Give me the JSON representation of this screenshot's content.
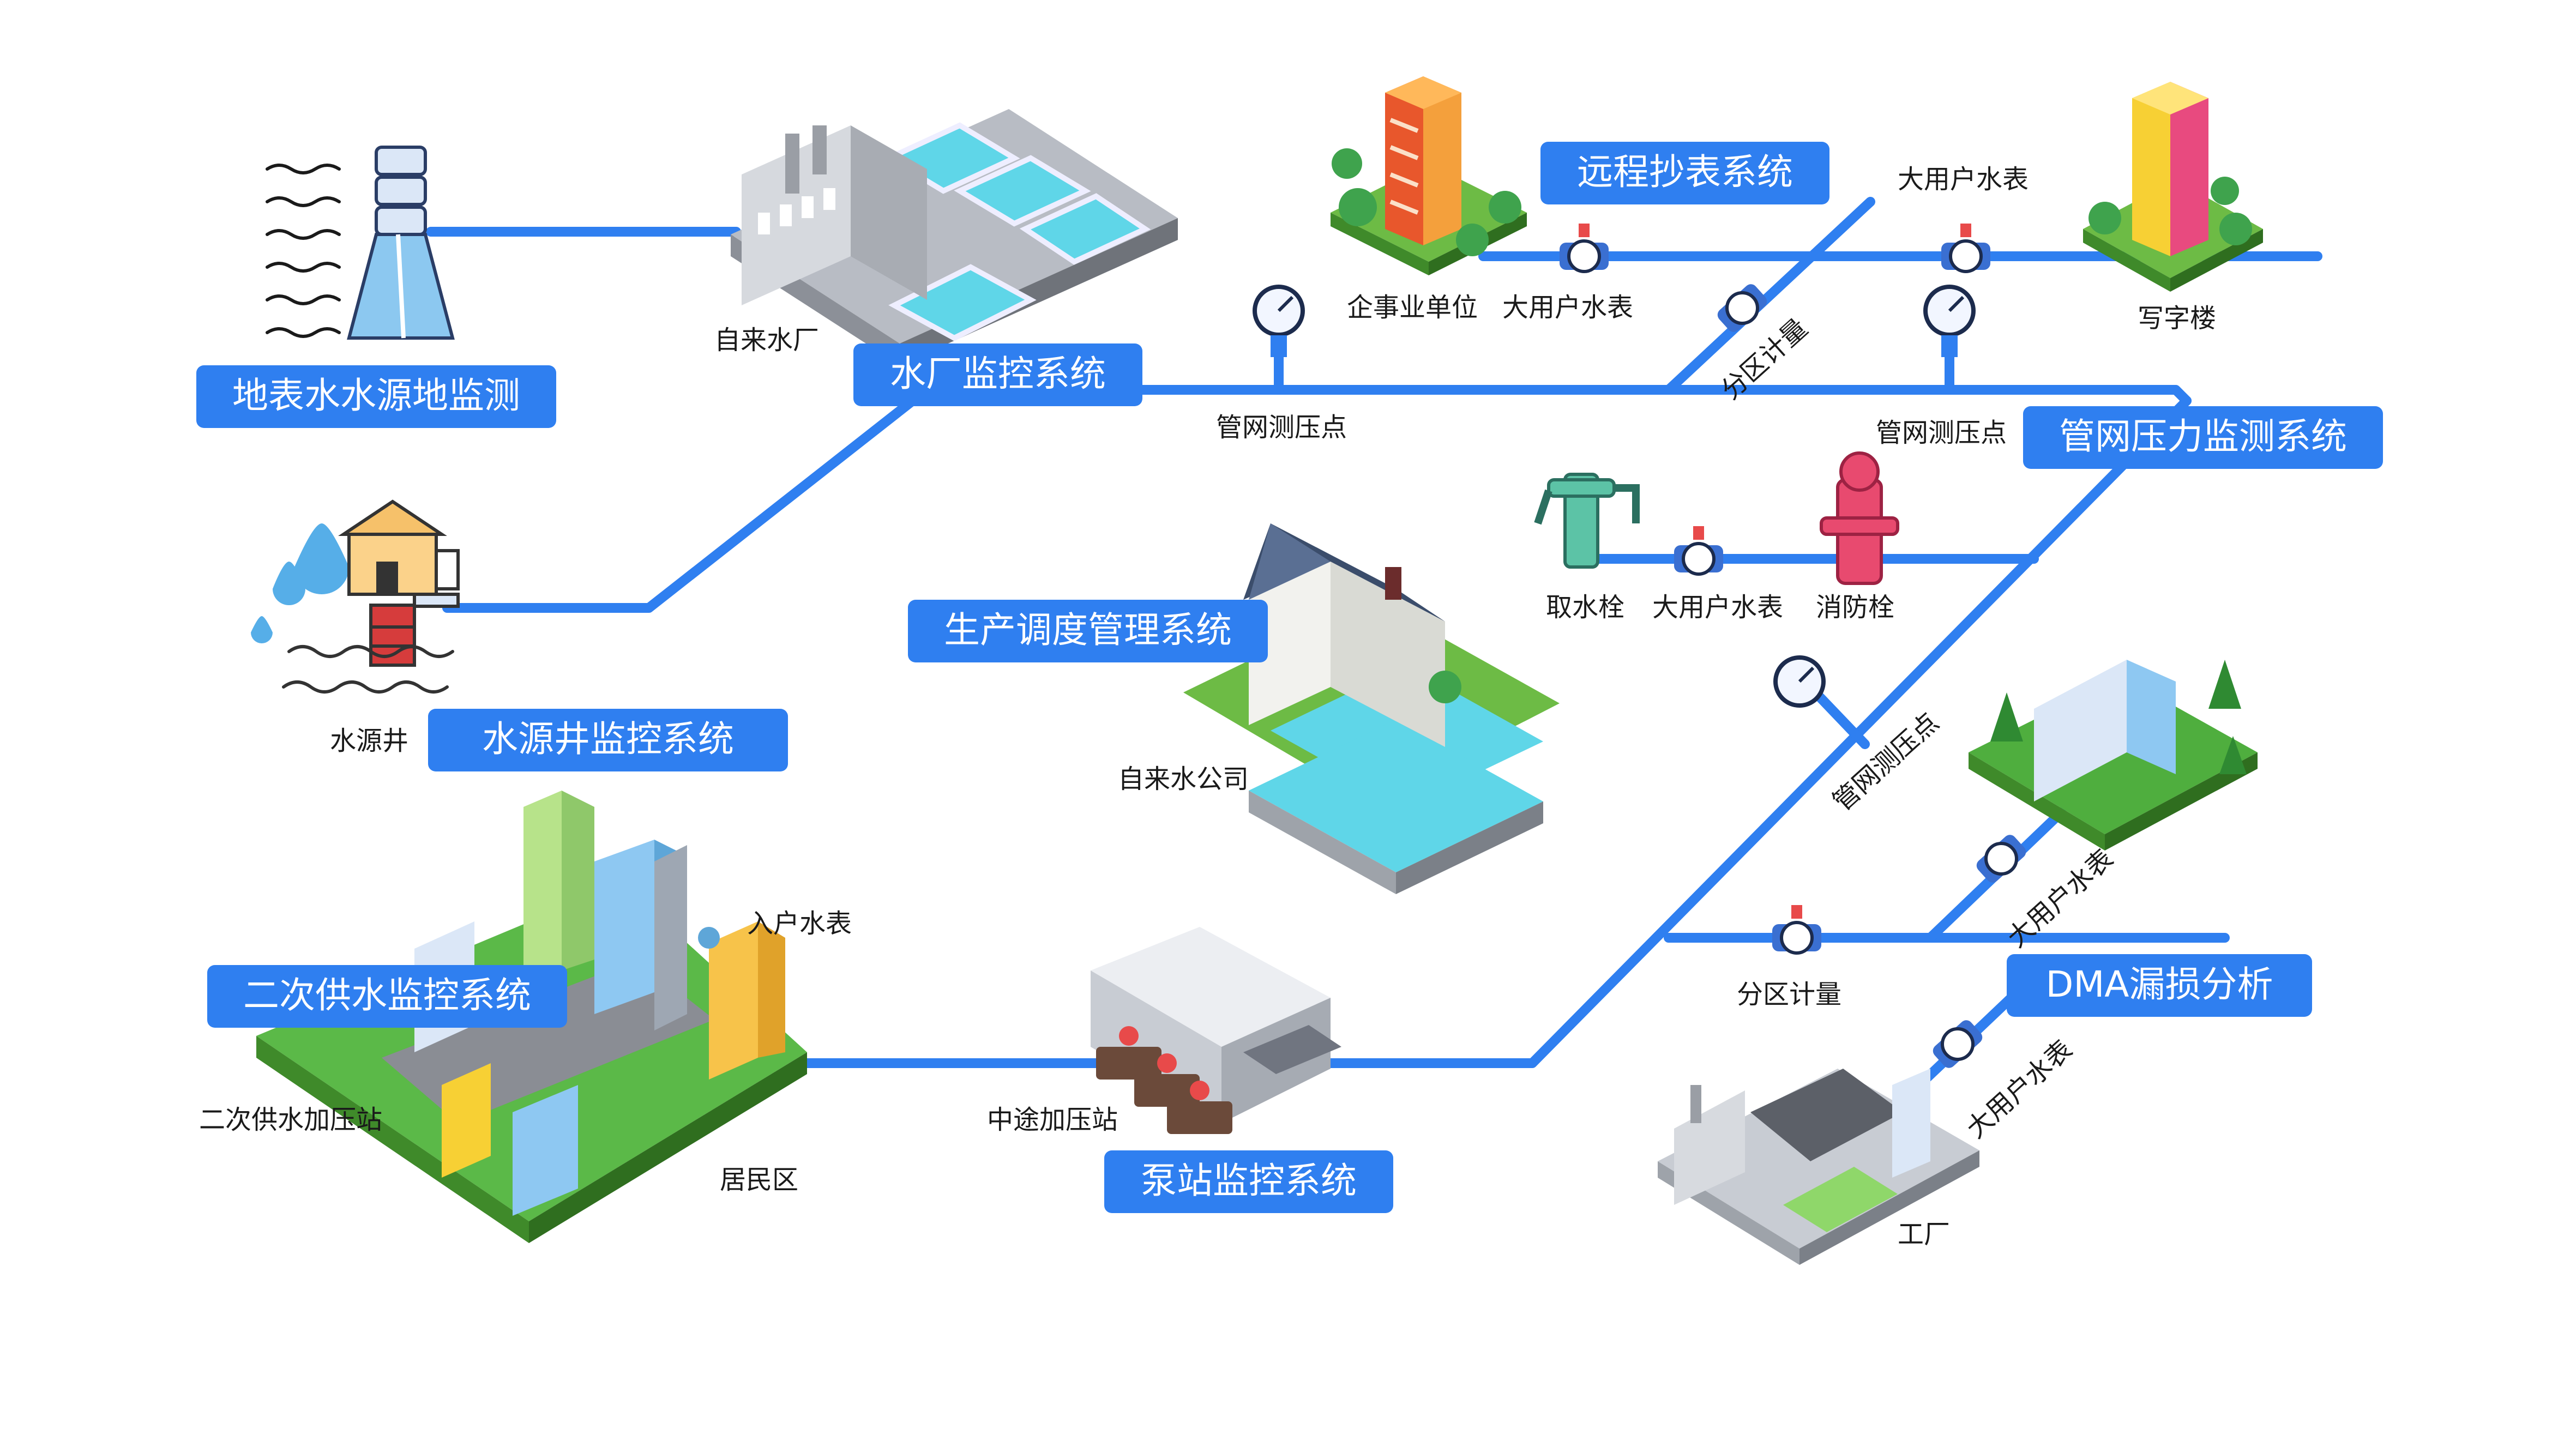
{
  "systems": {
    "surface_water": "地表水水源地监测",
    "well": "水源井监控系统",
    "plant": "水厂监控系统",
    "meter_reading": "远程抄表系统",
    "pressure": "管网压力监测系统",
    "dispatch": "生产调度管理系统",
    "secondary": "二次供水监控系统",
    "pump": "泵站监控系统",
    "dma": "DMA漏损分析"
  },
  "labels": {
    "plant": "自来水厂",
    "well": "水源井",
    "enterprise": "企事业单位",
    "big_meter": "大用户水表",
    "office": "写字楼",
    "pressure_point": "管网测压点",
    "zone_meter": "分区计量",
    "hydrant_take": "取水栓",
    "fire_hydrant": "消防栓",
    "company": "自来水公司",
    "household_meter": "入户水表",
    "secondary_station": "二次供水加压站",
    "residential": "居民区",
    "booster": "中途加压站",
    "factory": "工厂"
  },
  "colors": {
    "pipe": "#2f7ff0",
    "system_badge": "#2f7ff0",
    "water": "#5fd6e8",
    "grass": "#4caf3a"
  },
  "icons": [
    "water-tower-icon",
    "water-treatment-plant-icon",
    "pump-well-icon",
    "enterprise-building-icon",
    "office-tower-icon",
    "pressure-gauge-icon",
    "valve-meter-icon",
    "hydrant-take-icon",
    "fire-hydrant-icon",
    "company-house-icon",
    "residential-city-icon",
    "booster-station-icon",
    "factory-icon",
    "green-campus-icon"
  ]
}
